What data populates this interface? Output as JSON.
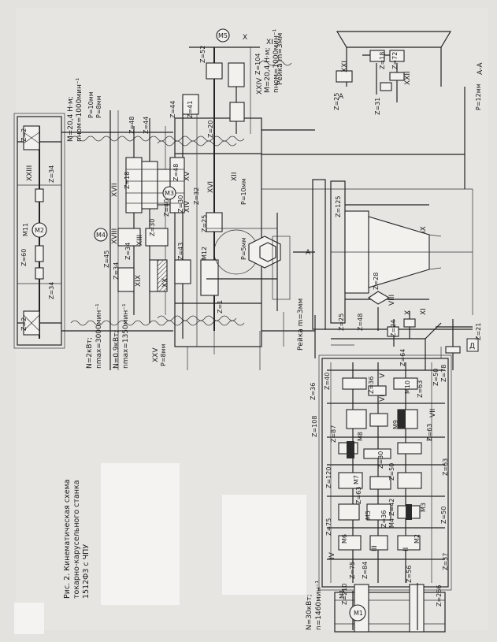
{
  "caption": {
    "line1": "Рис. 2. Кинематическая схема",
    "line2": "токарно-карусельного станка",
    "line3": "1512Ф3 с ЧПУ"
  },
  "motor_drives": {
    "main": {
      "power": "N=30кВт;",
      "speed": "n=1460мин⁻¹"
    },
    "feed1": {
      "power": "N=2кВт;",
      "speed": "nmax=3000мин⁻¹"
    },
    "feed2": {
      "power": "N=0.9кВт;",
      "speed": "nmax=1350мин⁻¹"
    },
    "vert1": {
      "torque": "M=20,4 Н·м;",
      "speed": "nном=1000мин⁻¹"
    },
    "vert2": {
      "torque": "M=20,4 Н·м;",
      "speed": "nном=1000мин⁻¹"
    }
  },
  "section_label": "А-А",
  "shaft_labels": [
    "I",
    "II",
    "III",
    "IV",
    "V",
    "VI",
    "VII",
    "VIII",
    "IX",
    "X",
    "XI",
    "XII",
    "XIII",
    "XIV",
    "XV",
    "XVI",
    "XVII",
    "XVIII",
    "XIX",
    "XX",
    "XXI",
    "XXII",
    "XXIII",
    "XXIV",
    "XXV"
  ],
  "motor_labels": [
    "M1",
    "M2",
    "M3",
    "M4",
    "M5"
  ],
  "clutch_labels": [
    "M1",
    "M2",
    "M3",
    "M4",
    "M5",
    "M6",
    "M7",
    "M8",
    "M9",
    "M10",
    "M11",
    "M12"
  ],
  "gear_labels": {
    "left_frame": [
      "Z=2",
      "Z=34",
      "Z=60",
      "Z=2",
      "Z=34"
    ],
    "vert_slide": [
      "Z=48",
      "Z=44",
      "Z=52",
      "Z=44",
      "Z=41",
      "Z=20",
      "Z=104",
      "Z=48",
      "Z=32",
      "Z=18",
      "Z=40",
      "Z=30",
      "Z=34",
      "Z=45",
      "Z=34",
      "Z=30",
      "Z=43",
      "Z=25",
      "Z=1"
    ],
    "gearbox": [
      "Z=36",
      "Z=40",
      "Z=108",
      "Z=87",
      "Z=36",
      "Z=63",
      "Z=50",
      "Z=30",
      "Z=120",
      "Z=63",
      "Z=50",
      "Z=63",
      "Z=75",
      "Z=42",
      "Z=36",
      "Z=50",
      "Z=75",
      "Z=84",
      "Z=56",
      "Z=37",
      "Z=210",
      "Z=266",
      "Z=63",
      "Z=48",
      "Z=25",
      "Z=64",
      "Z=24",
      "Z=78",
      "Z=21",
      "Z=125",
      "Z=28"
    ],
    "section": [
      "Z=18",
      "Z=72",
      "Z=25",
      "Z=31"
    ]
  },
  "pitch_labels": [
    "P=10мм",
    "P=8мм",
    "P=10мм",
    "P=5мм",
    "P=8мм",
    "P=12мм"
  ],
  "rack_labels": [
    "Рейка m=3мм",
    "Рейка m=3мм"
  ],
  "letter_labels": [
    "A",
    "A",
    "Д",
    "X",
    "XI"
  ]
}
